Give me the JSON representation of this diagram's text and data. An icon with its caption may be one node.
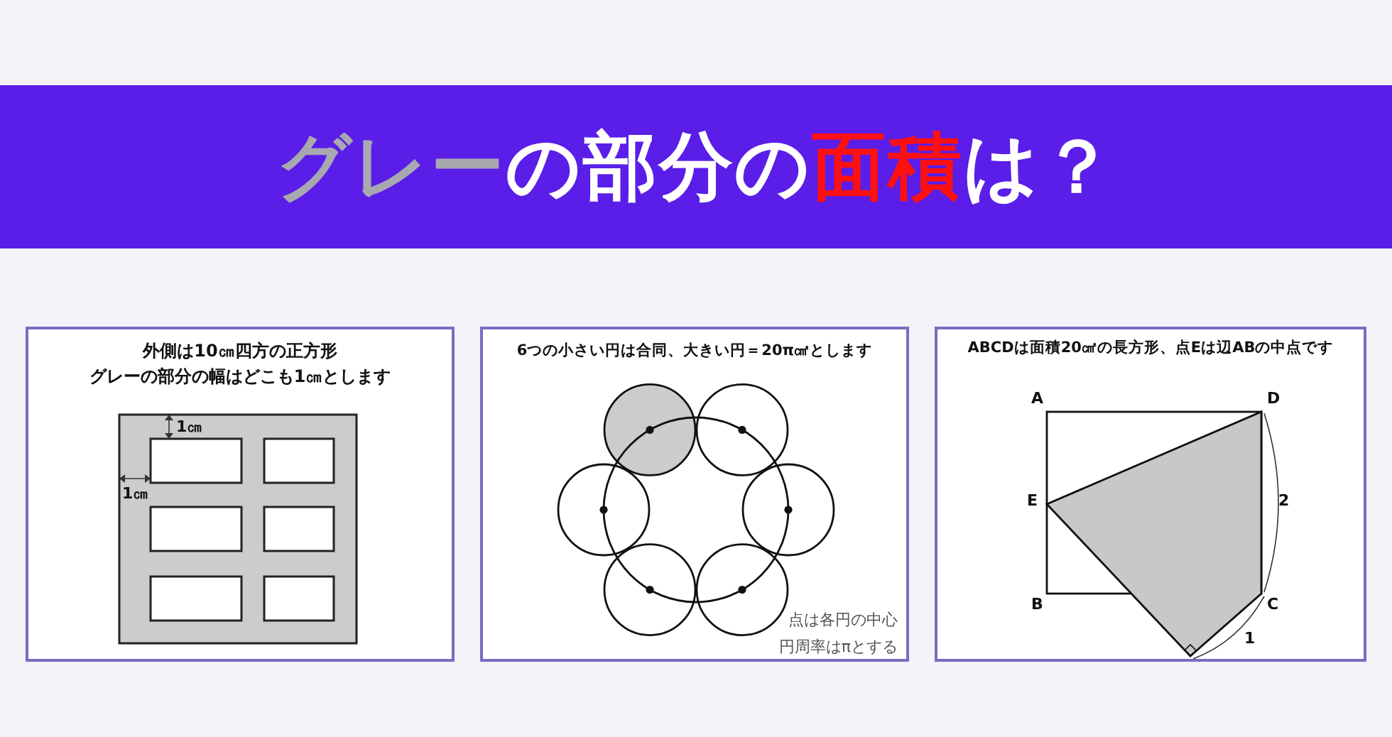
{
  "diagram": {
    "title": "グレーの部分の面積は？",
    "nodes": [
      {
        "text": [
          "外側は10㎝四方の正方形",
          "グレーの部分の幅はどこも1㎝とします"
        ]
      },
      {
        "text": [
          "6つの小さい円は合同、大きい円＝20π㎠とします",
          "点は各円の中心",
          "円周率はπとする"
        ]
      },
      {
        "text": [
          "ABCDは面積20㎠の長方形、点Eは辺ABの中点です"
        ]
      }
    ],
    "labels": [
      "1㎝",
      "1㎝",
      "A",
      "D",
      "E",
      "2",
      "B",
      "C",
      "1"
    ]
  }
}
